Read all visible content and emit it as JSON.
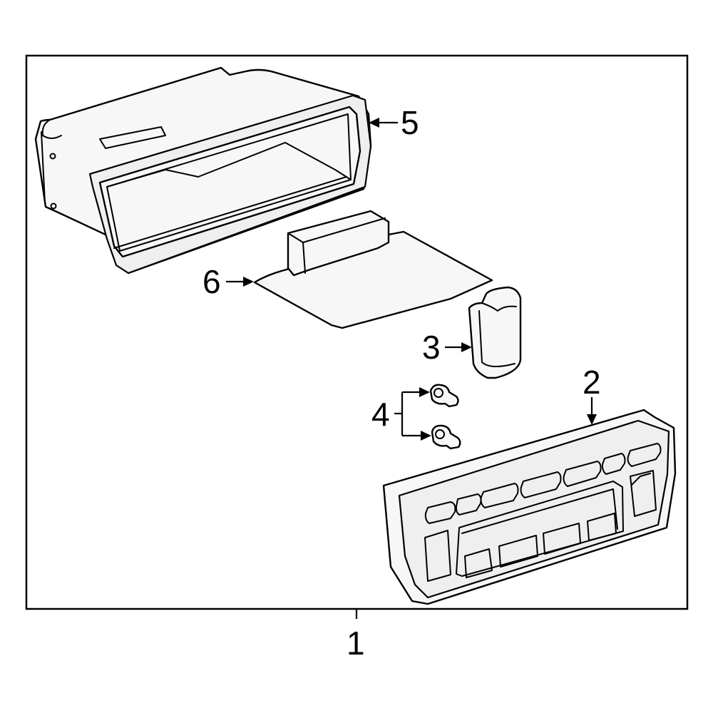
{
  "callouts": {
    "assembly": "1",
    "control_panel": "2",
    "knob": "3",
    "bulbs": "4",
    "storage_pocket": "5",
    "mat": "6"
  },
  "colors": {
    "line": "#000000",
    "part_fill": "#f7f7f7",
    "background": "#ffffff"
  }
}
